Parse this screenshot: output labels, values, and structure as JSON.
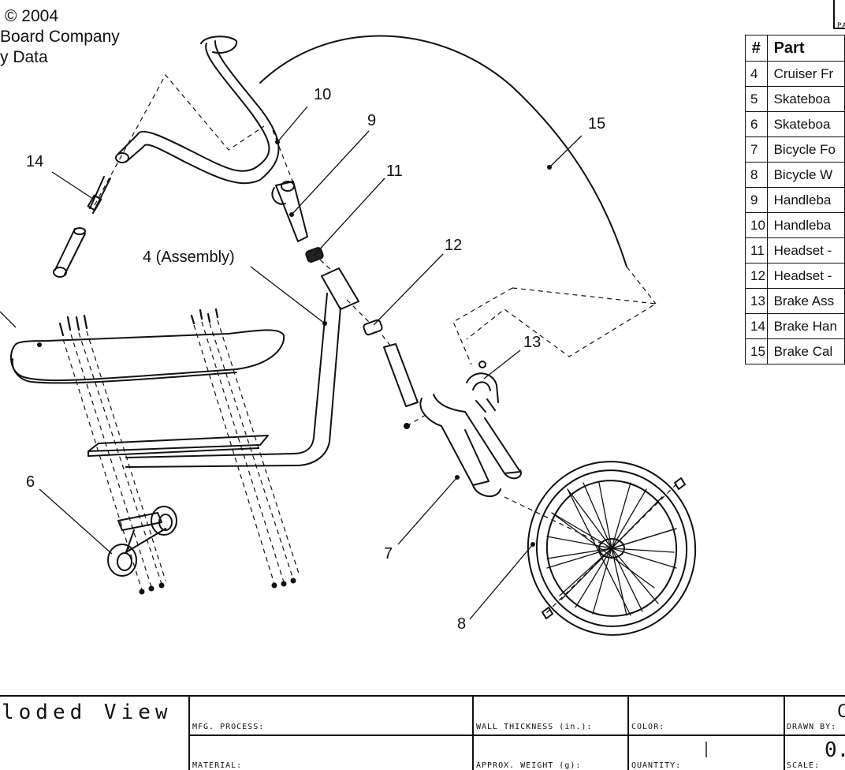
{
  "header": {
    "copyright": "© 2004",
    "company": "Board Company",
    "data_line": "y Data",
    "corner_label": "PA"
  },
  "callouts": {
    "c4": "4 (Assembly)",
    "c6": "6",
    "c7": "7",
    "c8": "8",
    "c9": "9",
    "c10": "10",
    "c11": "11",
    "c12": "12",
    "c13": "13",
    "c14": "14",
    "c15": "15"
  },
  "parts_table": {
    "headers": [
      "#",
      "Part"
    ],
    "rows": [
      {
        "num": "4",
        "name": "Cruiser Fr"
      },
      {
        "num": "5",
        "name": "Skateboa"
      },
      {
        "num": "6",
        "name": "Skateboa"
      },
      {
        "num": "7",
        "name": "Bicycle Fo"
      },
      {
        "num": "8",
        "name": "Bicycle W"
      },
      {
        "num": "9",
        "name": "Handleba"
      },
      {
        "num": "10",
        "name": "Handleba"
      },
      {
        "num": "11",
        "name": "Headset -"
      },
      {
        "num": "12",
        "name": "Headset -"
      },
      {
        "num": "13",
        "name": "Brake Ass"
      },
      {
        "num": "14",
        "name": "Brake Han"
      },
      {
        "num": "15",
        "name": "Brake Cal"
      }
    ]
  },
  "title_block": {
    "view_title": "loded View",
    "mfg_process": "MFG. PROCESS:",
    "wall_thickness": "WALL THICKNESS (in.):",
    "color": "COLOR:",
    "drawn_by": "DRAWN BY:",
    "drawn_by_value": "C",
    "material": "MATERIAL:",
    "approx_weight": "APPROX. WEIGHT (g):",
    "quantity": "QUANTITY:",
    "quantity_value": "1",
    "scale": "SCALE:",
    "scale_value": "0."
  }
}
